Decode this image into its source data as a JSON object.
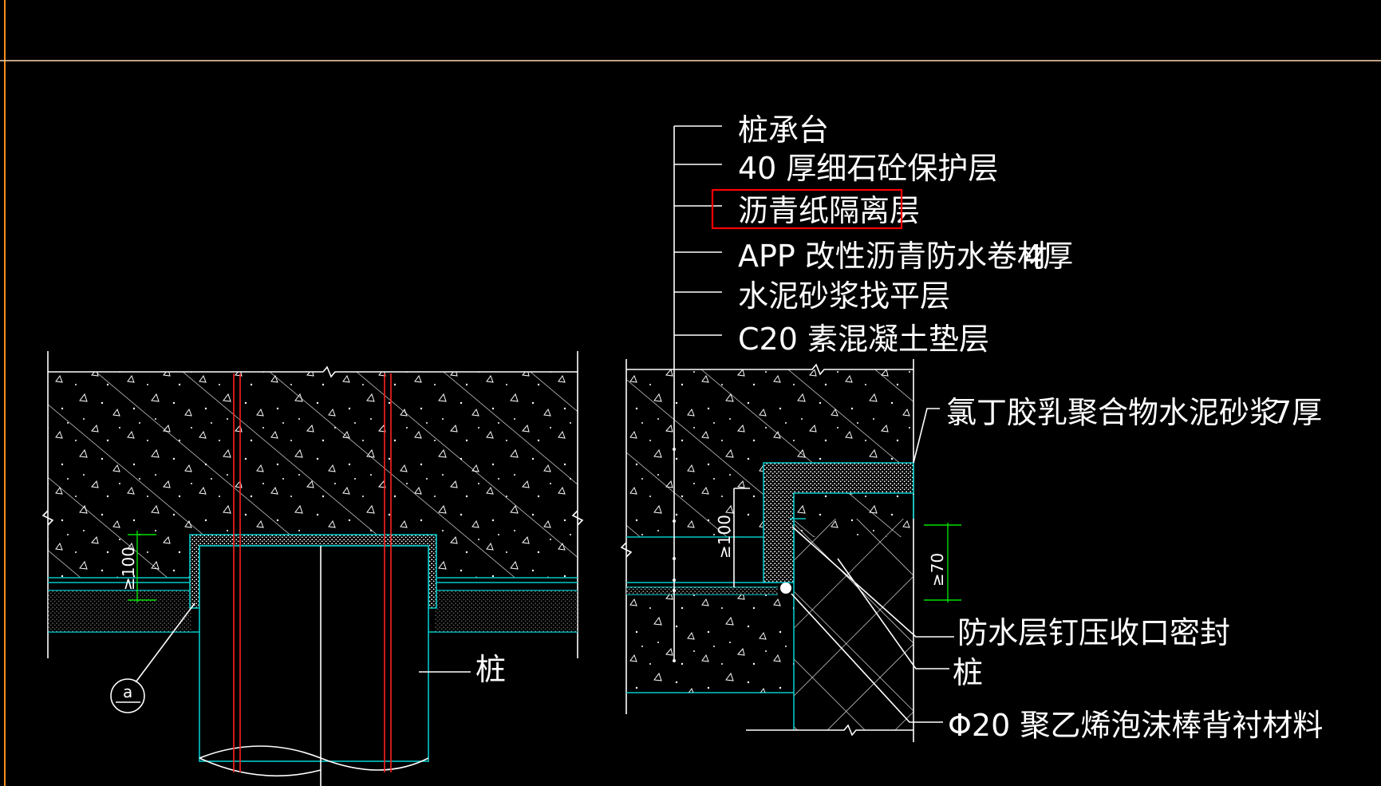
{
  "colors": {
    "background": "#000000",
    "line": "#ffffff",
    "cyan": "#00c8c8",
    "red": "#ff2020",
    "green": "#00e000",
    "orange": "#ff8c1a",
    "highlight_box": "#ff0000"
  },
  "right_detail": {
    "layers": [
      "桩承台",
      "40 厚细石砼保护层",
      "沥青纸隔离层",
      "APP 改性沥青防水卷材",
      "水泥砂浆找平层",
      "C20  素混凝土垫层"
    ],
    "layer3_thickness": "4厚",
    "highlighted_layer_index": 2,
    "callouts": {
      "mortar": "氯丁胶乳聚合物水泥砂浆",
      "mortar_thickness": "7厚",
      "seal": "防水层钉压收口密封",
      "pile": "桩",
      "backer": "Φ20  聚乙烯泡沫棒背衬材料"
    },
    "dim_upper": "≥100",
    "dim_lower": "≥70"
  },
  "left_detail": {
    "pile_label": "桩",
    "dim": "≥100",
    "section_marker": "a"
  }
}
